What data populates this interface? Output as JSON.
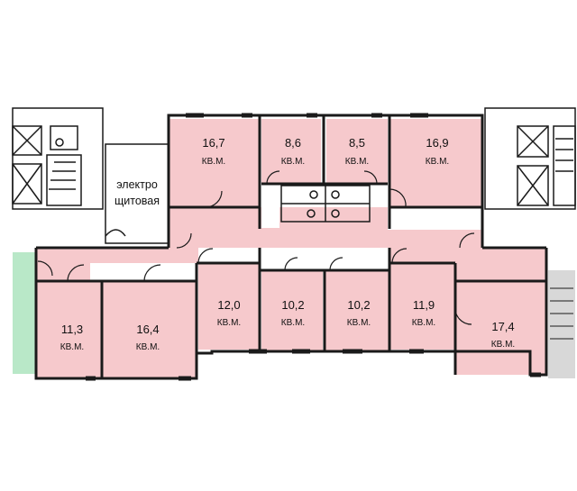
{
  "colors": {
    "room_fill": "#f6c9cc",
    "wall": "#1a1a1a",
    "stair_fill": "#d8d8d8",
    "green_zone": "#b9e8c8",
    "background": "#ffffff"
  },
  "labels": {
    "shaft_room_line1": "электро",
    "shaft_room_line2": "щитовая"
  },
  "rooms": [
    {
      "id": "r-16-7",
      "area": "16,7",
      "unit": "КВ.М."
    },
    {
      "id": "r-8-6",
      "area": "8,6",
      "unit": "КВ.М."
    },
    {
      "id": "r-8-5",
      "area": "8,5",
      "unit": "КВ.М."
    },
    {
      "id": "r-16-9",
      "area": "16,9",
      "unit": "КВ.М."
    },
    {
      "id": "r-11-3",
      "area": "11,3",
      "unit": "КВ.М."
    },
    {
      "id": "r-16-4",
      "area": "16,4",
      "unit": "КВ.М."
    },
    {
      "id": "r-12-0",
      "area": "12,0",
      "unit": "КВ.М."
    },
    {
      "id": "r-10-2a",
      "area": "10,2",
      "unit": "КВ.М."
    },
    {
      "id": "r-10-2b",
      "area": "10,2",
      "unit": "КВ.М."
    },
    {
      "id": "r-11-9",
      "area": "11,9",
      "unit": "КВ.М."
    },
    {
      "id": "r-17-4",
      "area": "17,4",
      "unit": "КВ.М."
    }
  ]
}
